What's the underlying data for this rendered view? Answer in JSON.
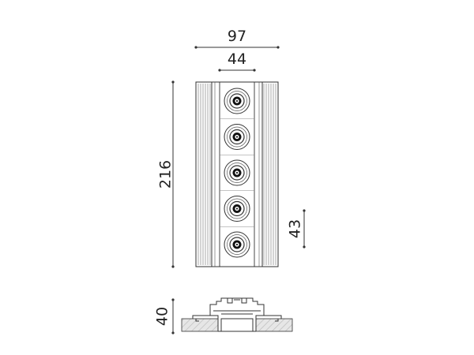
{
  "dimensions": {
    "overall_width": "97",
    "inner_width": "44",
    "overall_length": "216",
    "module_pitch": "43",
    "height": "40"
  },
  "luminaire": {
    "spot_count": 5
  },
  "colors": {
    "line": "#333333",
    "hatch": "#cccccc",
    "background": "#ffffff"
  }
}
